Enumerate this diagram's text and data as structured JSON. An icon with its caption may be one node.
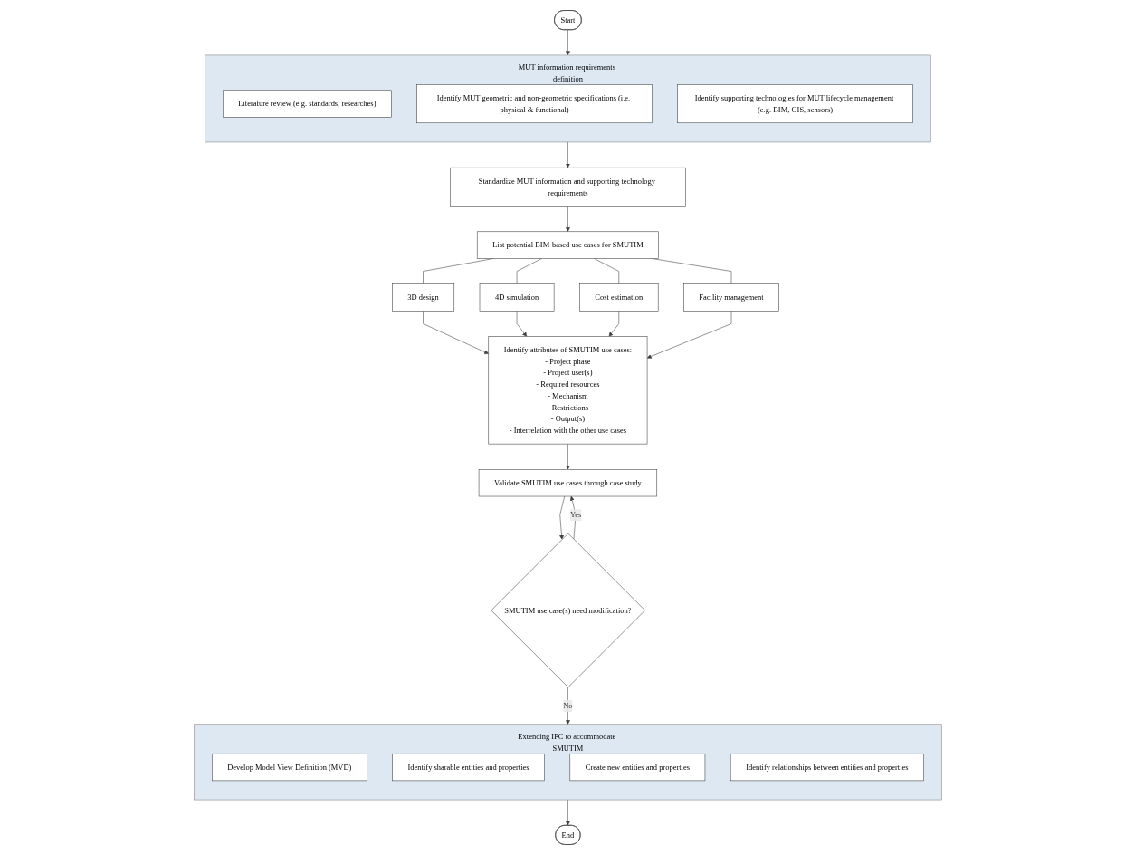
{
  "diagram": {
    "nodes": [
      {
        "text": [
          "Start"
        ]
      },
      {
        "text": [
          "MUT information requirements definition"
        ]
      },
      {
        "text": [
          "Literature review (e.g. standards, researches)"
        ],
        "in": 1
      },
      {
        "text": [
          "Identify MUT geometric and non-geometric specifications (i.e. physical & functional)"
        ],
        "in": 1
      },
      {
        "text": [
          "Identify supporting technologies for MUT lifecycle management (e.g. BIM, GIS, sensors)"
        ],
        "in": 1
      },
      {
        "text": [
          "Standardize MUT information and supporting technology requirements"
        ]
      },
      {
        "text": [
          "List potential BIM-based use cases for SMUTIM"
        ]
      },
      {
        "text": [
          "3D design"
        ]
      },
      {
        "text": [
          "4D simulation"
        ]
      },
      {
        "text": [
          "Cost estimation"
        ]
      },
      {
        "text": [
          "Facility management"
        ]
      },
      {
        "text": [
          "Identify attributes of SMUTIM use cases:",
          "- Project phase",
          "- Project user(s)",
          "- Required resources",
          "- Mechanism",
          "- Restrictions",
          "- Output(s)",
          "- Interrelation with the other use cases"
        ]
      },
      {
        "text": [
          "Validate SMUTIM use cases through case study"
        ]
      },
      {
        "text": [
          "SMUTIM use case(s) need modification?"
        ]
      },
      {
        "text": [
          "Extending IFC to accommodate SMUTIM"
        ]
      },
      {
        "text": [
          "Develop Model View Definition (MVD)"
        ],
        "in": 14
      },
      {
        "text": [
          "Identify sharable entities and properties"
        ],
        "in": 14
      },
      {
        "text": [
          "Create new entities and properties"
        ],
        "in": 14
      },
      {
        "text": [
          "Identify relationships between entities and properties"
        ],
        "in": 14
      },
      {
        "text": [
          "End"
        ]
      }
    ],
    "edges": [
      {
        "from": 0,
        "to": 1,
        "arrow": "to"
      },
      {
        "from": 1,
        "to": 5,
        "arrow": "to"
      },
      {
        "from": 5,
        "to": 6,
        "arrow": "to"
      },
      {
        "from": 6,
        "to": 7,
        "arrow": "none"
      },
      {
        "from": 6,
        "to": 8,
        "arrow": "none"
      },
      {
        "from": 6,
        "to": 9,
        "arrow": "none"
      },
      {
        "from": 6,
        "to": 10,
        "arrow": "none"
      },
      {
        "from": 7,
        "to": 11,
        "arrow": "to"
      },
      {
        "from": 8,
        "to": 11,
        "arrow": "to"
      },
      {
        "from": 9,
        "to": 11,
        "arrow": "to"
      },
      {
        "from": 10,
        "to": 11,
        "arrow": "to"
      },
      {
        "from": 11,
        "to": 12,
        "arrow": "to"
      },
      {
        "from": 12,
        "to": 13,
        "arrow": "to"
      },
      {
        "from": 13,
        "to": 12,
        "label": "Yes",
        "arrow": "to"
      },
      {
        "from": 13,
        "to": 14,
        "label": "No",
        "arrow": "to"
      },
      {
        "from": 14,
        "to": 19,
        "arrow": "to"
      }
    ]
  }
}
